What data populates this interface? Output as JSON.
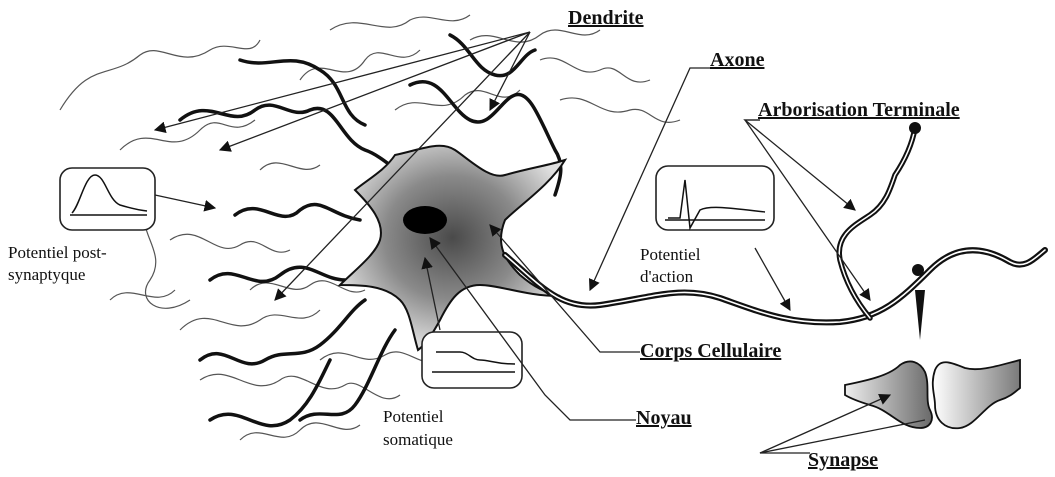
{
  "labels": {
    "dendrite": "Dendrite",
    "axone": "Axone",
    "arborisation": "Arborisation Terminale",
    "corps": "Corps Cellulaire",
    "noyau": "Noyau",
    "synapse": "Synapse",
    "post_line1": "Potentiel post-",
    "post_line2": "synaptyque",
    "action_line1": "Potentiel",
    "action_line2": "d'action",
    "soma_line1": "Potentiel",
    "soma_line2": "somatique"
  },
  "colors": {
    "ink": "#111111",
    "body_dark": "#555555",
    "body_light": "#d8d8d8"
  }
}
